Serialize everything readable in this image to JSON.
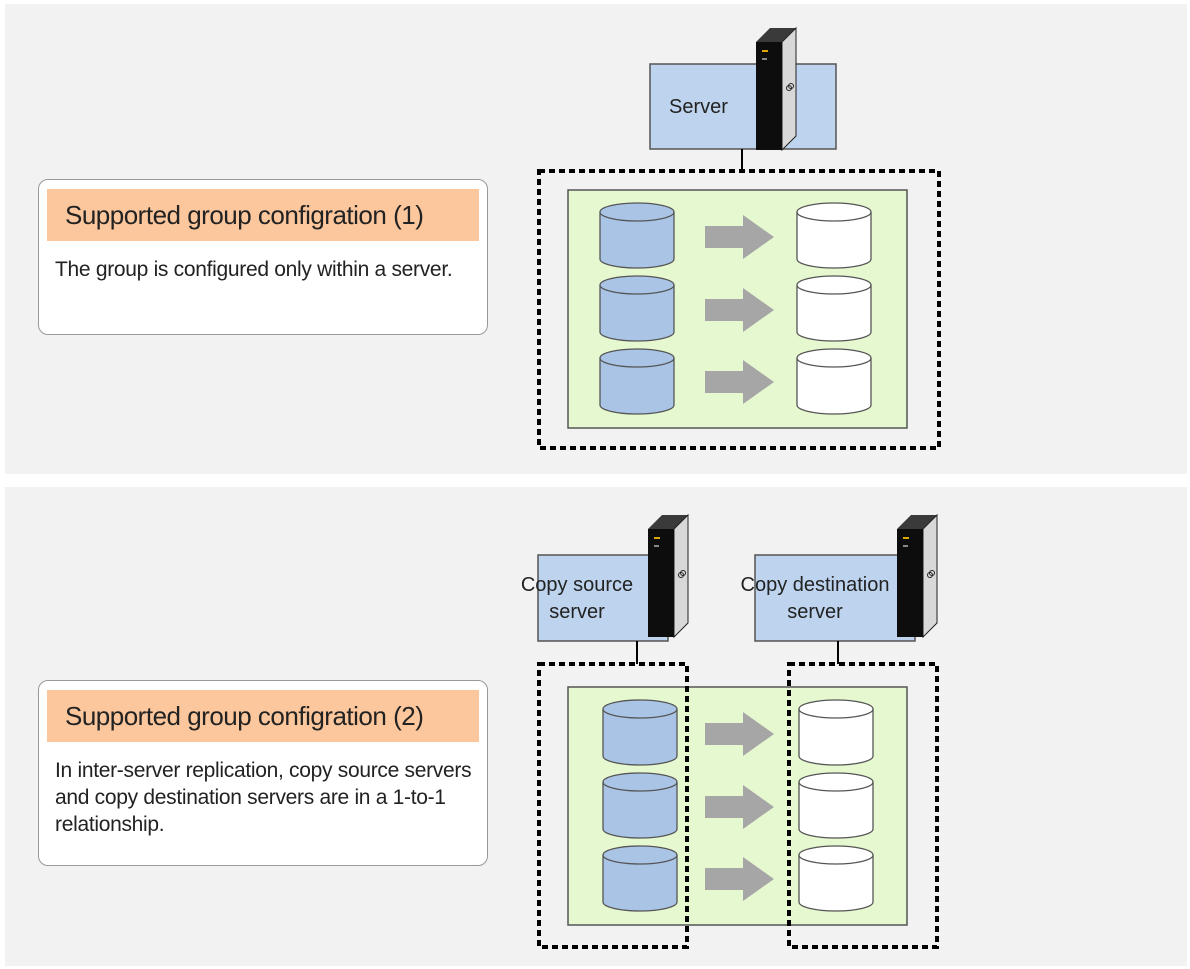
{
  "panels": [
    {
      "title": "Supported group configration (1)",
      "description": "The group is configured only within a server.",
      "servers": [
        {
          "label": "Server",
          "role": "server"
        }
      ]
    },
    {
      "title": "Supported group configration (2)",
      "description": "In inter-server replication, copy source servers and copy destination servers are in a 1-to-1 relationship.",
      "servers": [
        {
          "label_line1": "Copy source",
          "label_line2": "server",
          "role": "copy-source"
        },
        {
          "label_line1": "Copy destination",
          "label_line2": "server",
          "role": "copy-destination"
        }
      ]
    }
  ],
  "colors": {
    "panel_bg": "#f2f2f2",
    "server_box": "#bed4ee",
    "group_area": "#e6f8d0",
    "volume_source": "#aac4e6",
    "volume_dest": "#ffffff",
    "arrow": "#a6a6a6",
    "title_highlight": "#fcc79c"
  },
  "icons": [
    "server-tower-icon",
    "volume-cylinder-icon",
    "copy-arrow-icon"
  ]
}
